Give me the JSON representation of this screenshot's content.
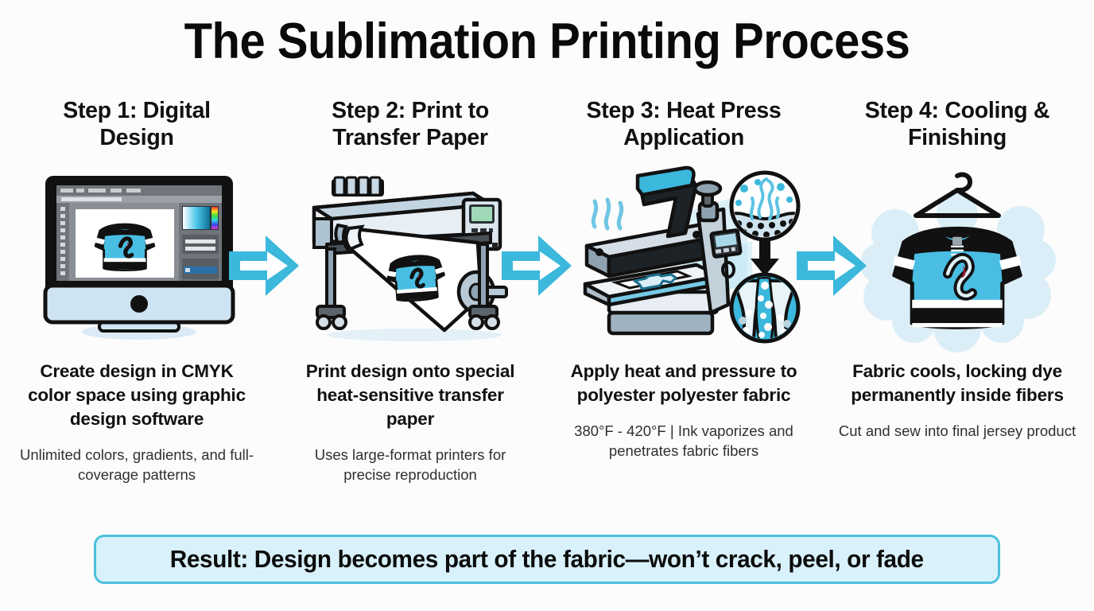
{
  "title": "The Sublimation Printing Process",
  "theme": {
    "accent_cyan": "#3BB8DC",
    "jersey_body": "#49BEE2",
    "jersey_trim_black": "#111111",
    "banner_fill": "#D8F1FA",
    "banner_border": "#4DC0DC",
    "background": "#FCFCFC"
  },
  "steps": [
    {
      "heading": "Step 1: Digital Design",
      "illustration": "desktop-monitor-design-software",
      "description": "Create design in CMYK color space using graphic design software",
      "detail": "Unlimited colors, gradients, and full-coverage patterns"
    },
    {
      "heading": "Step 2: Print to Transfer Paper",
      "illustration": "large-format-printer-transfer-paper",
      "description": "Print design onto special heat-sensitive transfer paper",
      "detail": "Uses large-format printers for precise reproduction"
    },
    {
      "heading": "Step 3: Heat Press Application",
      "illustration": "heat-press-machine-with-insets",
      "description": "Apply heat and pressure to polyester polyester fabric",
      "detail": "380°F - 420°F | Ink vaporizes and penetrates fabric fibers"
    },
    {
      "heading": "Step 4: Cooling & Finishing",
      "illustration": "finished-jersey-on-hanger",
      "description": "Fabric cools, locking dye permanently inside fibers",
      "detail": "Cut and sew into final jersey product"
    }
  ],
  "arrows": [
    {
      "name": "arrow-step1-to-step2",
      "direction": "right"
    },
    {
      "name": "arrow-step2-to-step3",
      "direction": "right"
    },
    {
      "name": "arrow-step3-to-step4",
      "direction": "right"
    }
  ],
  "result_banner": {
    "text": "Result: Design becomes part of the fabric—won’t crack, peel, or fade"
  },
  "jersey_logo": "S"
}
